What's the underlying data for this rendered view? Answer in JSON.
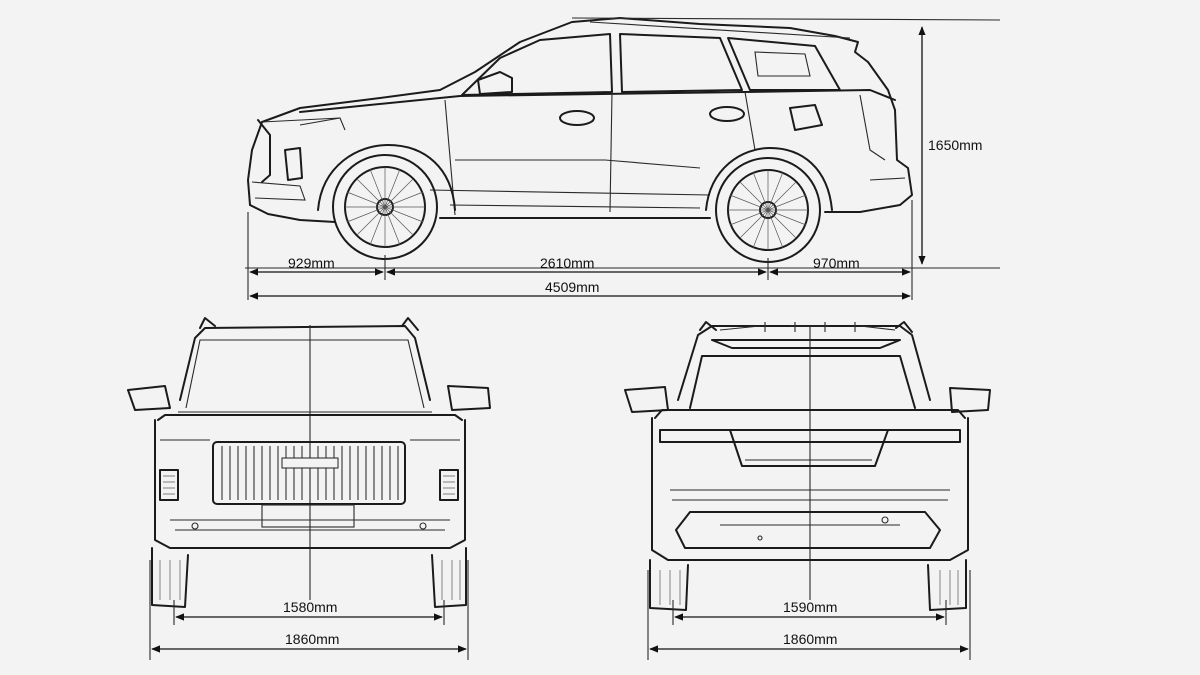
{
  "dimensions": {
    "front_overhang": "929mm",
    "wheelbase": "2610mm",
    "rear_overhang": "970mm",
    "overall_length": "4509mm",
    "overall_height": "1650mm",
    "front_track": "1580mm",
    "rear_track": "1590mm",
    "overall_width_front": "1860mm",
    "overall_width_rear": "1860mm"
  },
  "views": [
    "side-view",
    "front-view",
    "rear-view"
  ],
  "colors": {
    "background": "#f3f3f3",
    "line": "#1b1b1b"
  }
}
